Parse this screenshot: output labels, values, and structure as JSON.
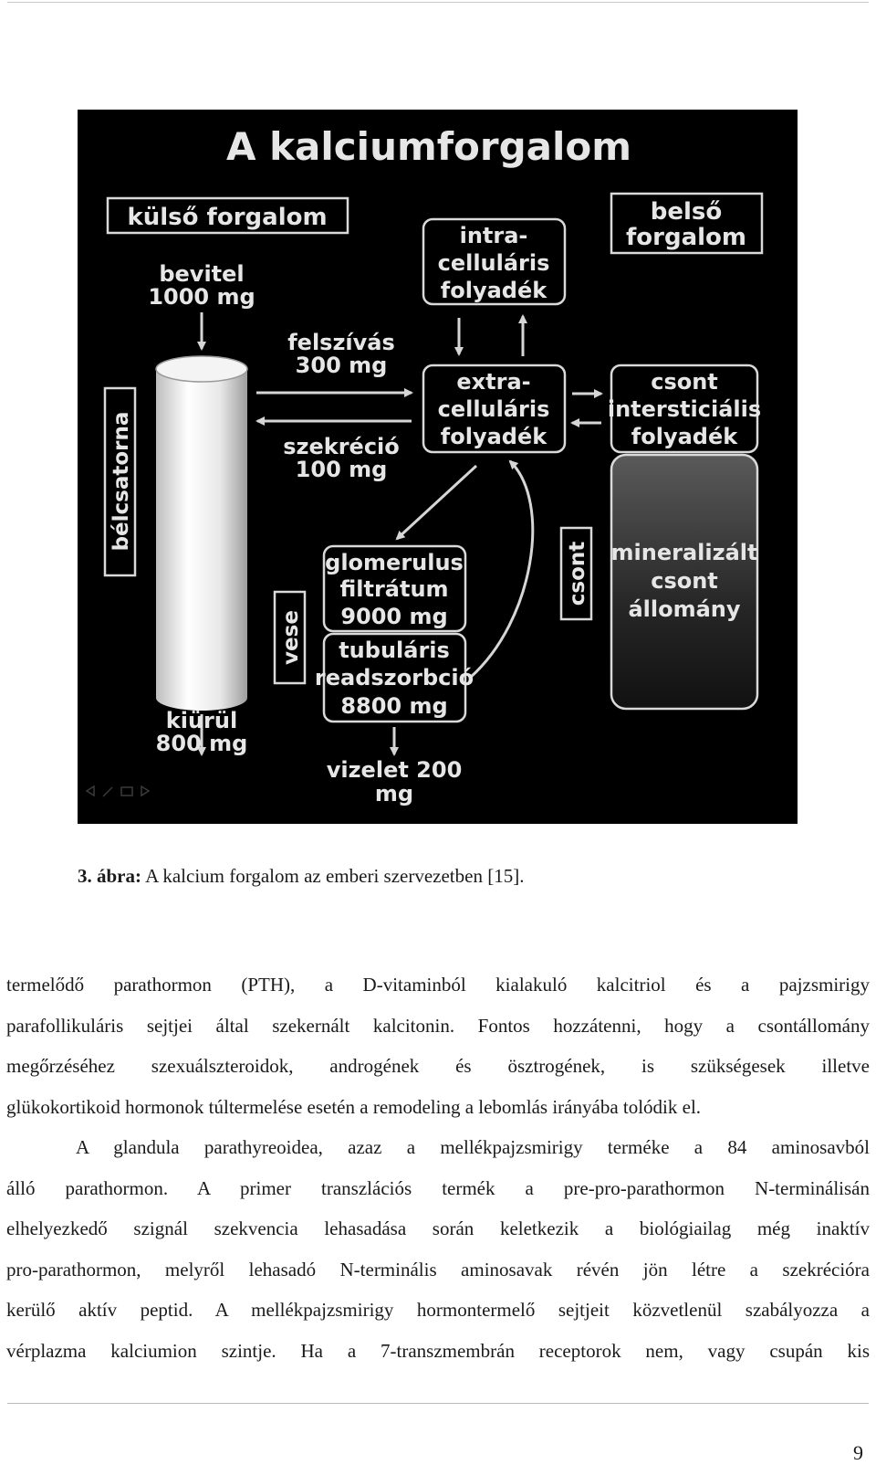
{
  "figure": {
    "title": "A kalciumforgalom",
    "external_label": "külső forgalom",
    "internal_label_1": "belső",
    "internal_label_2": "forgalom",
    "intake_1": "bevitel",
    "intake_2": "1000 mg",
    "absorption_1": "felszívás",
    "absorption_2": "300 mg",
    "secretion_1": "szekréció",
    "secretion_2": "100 mg",
    "excreted_1": "kiürül",
    "excreted_2": "800 mg",
    "intestine": "bélcsatorna",
    "kidney": "vese",
    "bone": "csont",
    "intracellular_1": "intra-",
    "intracellular_2": "celluláris",
    "intracellular_3": "folyadék",
    "extracellular_1": "extra-",
    "extracellular_2": "celluláris",
    "extracellular_3": "folyadék",
    "bone_fluid_1": "csont",
    "bone_fluid_2": "intersticiális",
    "bone_fluid_3": "folyadék",
    "mineral_1": "mineralizált",
    "mineral_2": "csont",
    "mineral_3": "állomány",
    "glomerulus_1": "glomerulus",
    "glomerulus_2": "filtrátum",
    "glomerulus_3": "9000 mg",
    "tubular_1": "tubuláris",
    "tubular_2": "readszorbció",
    "tubular_3": "8800 mg",
    "urine_1": "vizelet 200",
    "urine_2": "mg"
  },
  "caption": {
    "label": "3. ábra:",
    "text": " A kalcium forgalom az emberi szervezetben [15]."
  },
  "paragraph_lines": [
    "termelődő parathormon (PTH), a D-vitaminból kialakuló kalcitriol és a pajzsmirigy",
    "parafollikuláris sejtjei által szekernált kalcitonin. Fontos hozzátenni, hogy a csontállomány",
    "megőrzéséhez szexuálszteroidok, androgének és ösztrogének, is szükségesek illetve",
    "glükokortikoid hormonok túltermelése esetén a remodeling a lebomlás irányába tolódik el.",
    "A glandula parathyreoidea, azaz a mellékpajzsmirigy terméke a 84 aminosavból",
    "álló parathormon. A primer transzlációs termék a pre-pro-parathormon N-terminálisán",
    "elhelyezkedő szignál szekvencia lehasadása során keletkezik a biológiailag még inaktív",
    "pro-parathormon, melyről lehasadó N-terminális aminosavak révén jön létre a szekrécióra",
    "kerülő aktív peptid. A mellékpajzsmirigy hormontermelő sejtjeit közvetlenül szabályozza a",
    "vérplazma kalciumion szintje. Ha a 7-transzmembrán receptorok nem, vagy csupán kis"
  ],
  "page_number": "9"
}
